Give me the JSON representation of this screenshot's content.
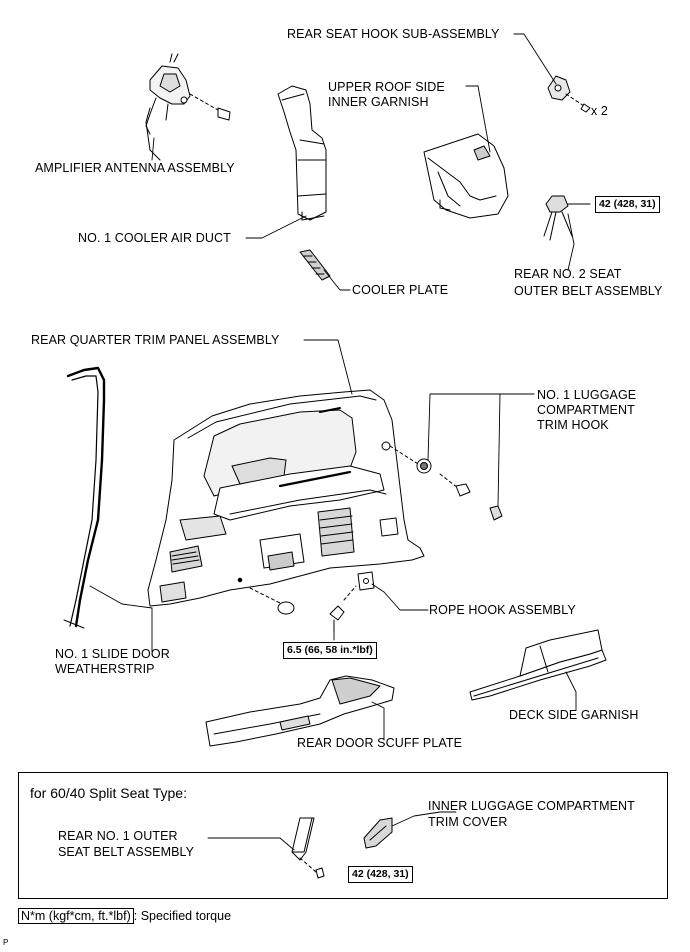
{
  "labels": {
    "rear_seat_hook": "REAR SEAT HOOK SUB-ASSEMBLY",
    "x2": "x 2",
    "upper_roof_1": "UPPER ROOF SIDE",
    "upper_roof_2": "INNER GARNISH",
    "amplifier_antenna": "AMPLIFIER ANTENNA ASSEMBLY",
    "cooler_air_duct": "NO. 1 COOLER AIR DUCT",
    "cooler_plate": "COOLER PLATE",
    "rear_no2_belt_1": "REAR NO. 2 SEAT",
    "rear_no2_belt_2": "OUTER BELT ASSEMBLY",
    "rear_quarter_trim": "REAR QUARTER TRIM PANEL ASSEMBLY",
    "luggage_hook_1": "NO. 1 LUGGAGE",
    "luggage_hook_2": "COMPARTMENT",
    "luggage_hook_3": "TRIM HOOK",
    "rope_hook": "ROPE HOOK ASSEMBLY",
    "slide_door_1": "NO. 1 SLIDE DOOR",
    "slide_door_2": "WEATHERSTRIP",
    "deck_side": "DECK SIDE GARNISH",
    "scuff_plate": "REAR DOOR SCUFF PLATE",
    "inner_cover_1": "INNER LUGGAGE COMPARTMENT",
    "inner_cover_2": "TRIM COVER",
    "rear_no1_belt_1": "REAR NO. 1 OUTER",
    "rear_no1_belt_2": "SEAT BELT ASSEMBLY"
  },
  "torques": {
    "belt_no2": "42 (428, 31)",
    "rope_hook_bolt": "6.5 (66, 58 in.*lbf)",
    "belt_no1": "42 (428, 31)"
  },
  "panel": {
    "title": "for 60/40 Split Seat Type:"
  },
  "legend": {
    "unit_box": "N*m (kgf*cm, ft.*lbf)",
    "text": ": Specified torque"
  },
  "footer": "P"
}
